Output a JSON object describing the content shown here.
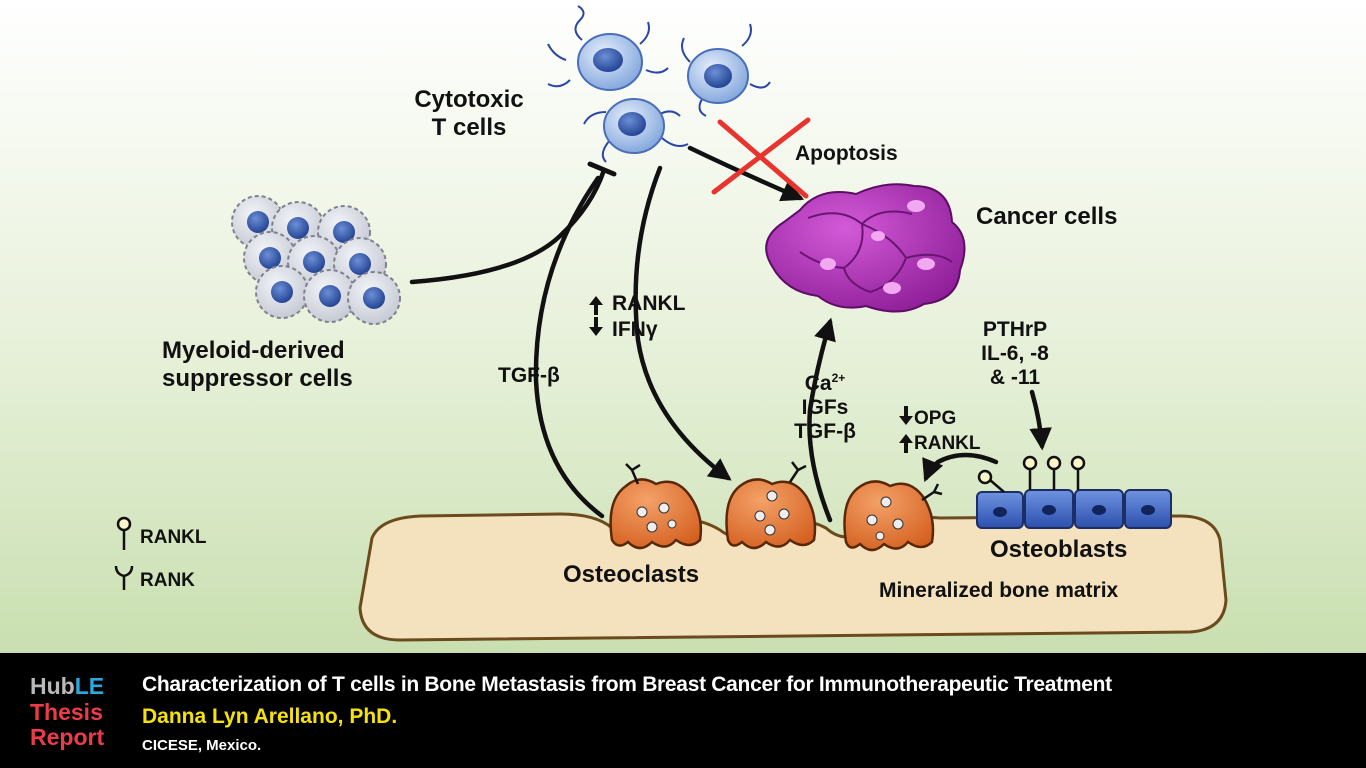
{
  "diagram": {
    "labels": {
      "cytotoxic_t_cells_1": "Cytotoxic",
      "cytotoxic_t_cells_2": "T cells",
      "apoptosis": "Apoptosis",
      "cancer_cells": "Cancer cells",
      "mdsc_1": "Myeloid-derived",
      "mdsc_2": "suppressor cells",
      "tgf_beta_left": "TGF-β",
      "rankl_up": "RANKL",
      "ifn_down": "IFNγ",
      "ca_base": "Ca",
      "ca_sup": "2+",
      "igfs": "IGFs",
      "tgf_beta_mid": "TGF-β",
      "pthrp": "PTHrP",
      "il_1": "IL-6, -8",
      "il_2": "& -11",
      "opg_down": "OPG",
      "rankl_up_2": "RANKL",
      "osteoclasts": "Osteoclasts",
      "osteoblasts": "Osteoblasts",
      "bone_matrix": "Mineralized bone matrix",
      "legend_rankl": "RANKL",
      "legend_rank": "RANK"
    },
    "colors": {
      "background_top": "#ffffff",
      "background_bottom": "#c9dfb0",
      "tcell": "#8db0e4",
      "cancer": "#b030b8",
      "osteoclast": "#e6752e",
      "osteoblast": "#3a63c4",
      "bone": "#f3e2bd",
      "inhibition_cross": "#e8332f"
    }
  },
  "footer": {
    "logo_hub": "Hub",
    "logo_le": "LE",
    "logo_thesis": "Thesis",
    "logo_report": "Report",
    "title": "Characterization of T cells in Bone Metastasis from Breast Cancer for Immunotherapeutic Treatment",
    "author": "Danna Lyn Arellano, PhD.",
    "affiliation": "CICESE, Mexico.",
    "colors": {
      "hub": "#b9b9b9",
      "le": "#2aa8e0",
      "thesis_report": "#ee3b4a",
      "author": "#f5e20a",
      "text": "#ffffff"
    }
  }
}
